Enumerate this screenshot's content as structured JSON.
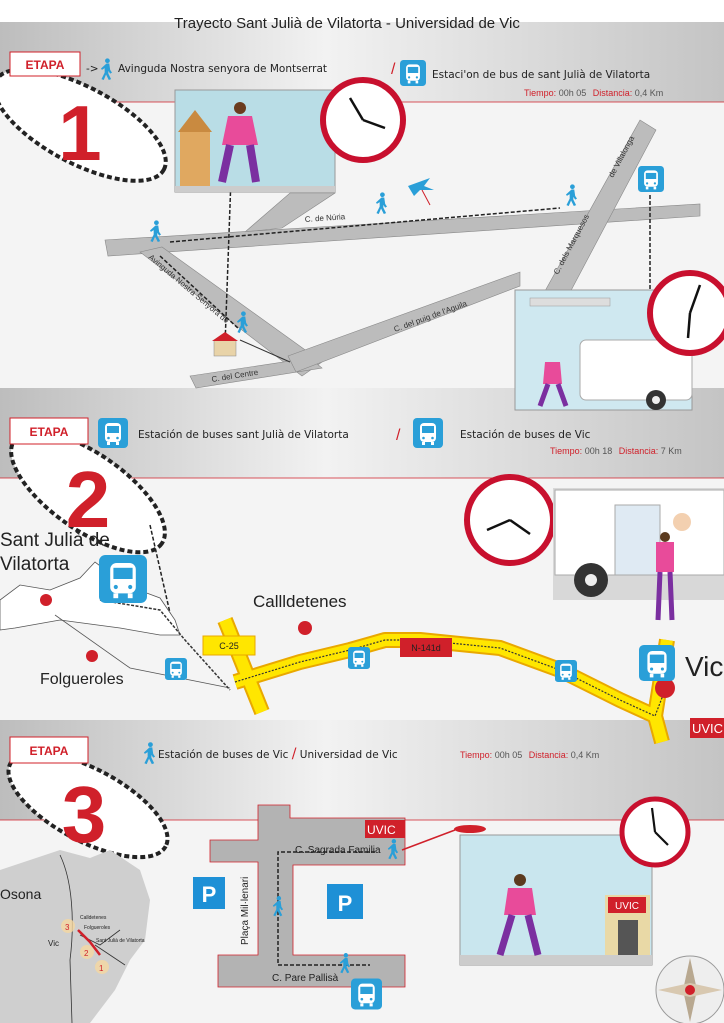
{
  "title": "Trayecto Sant Julià de Vilatorta -  Universidad de Vic",
  "colors": {
    "accent_red": "#d0202a",
    "bus_blue": "#2a9fd8",
    "road_gray": "#b8b8b8",
    "route_yellow": "#ffe600"
  },
  "stages": [
    {
      "label": "ETAPA",
      "number": "1",
      "from": "Avinguda Nostra senyora de Montserrat",
      "separator": "/",
      "to": "Estaci'on de bus de sant Julià de Vilatorta",
      "time_label": "Tiempo:",
      "time": "00h 05",
      "distance_label": "Distancia:",
      "distance": "0,4 Km",
      "streets": [
        "C. de Núria",
        "Avinguda Nostra Senyora de",
        "C. del puig de l'Aguila",
        "C. del Centre",
        "C. dels Marquesos",
        "de Villalonga"
      ]
    },
    {
      "label": "ETAPA",
      "number": "2",
      "from": "Estación de buses sant Julià de Vilatorta",
      "separator": "/",
      "to": "Estación de buses de Vic",
      "time_label": "Tiempo:",
      "time": "00h 18",
      "distance_label": "Distancia:",
      "distance": "7 Km",
      "places": {
        "origin_line1": "Sant Julià de",
        "origin_line2": "Vilatorta",
        "calldetenes": "Callldetenes",
        "folgueroles": "Folgueroles",
        "vic": "Vic",
        "uvic": "UVIC"
      },
      "roads": [
        "C-25",
        "N-141d"
      ]
    },
    {
      "label": "ETAPA",
      "number": "3",
      "from": "Estación de buses de Vic",
      "separator": "/",
      "to": "Universidad de Vic",
      "time_label": "Tiempo:",
      "time": "00h 05",
      "distance_label": "Distancia:",
      "distance": "0,4 Km",
      "streets": [
        "C. Sagrada Familia",
        "Plaça Mil·lenari",
        "C. Pare Pallisà"
      ],
      "uvic": "UVIC",
      "parking": "P",
      "region": {
        "name": "Osona",
        "vic": "Vic",
        "calldetenes": "Calldetenes",
        "folgueroles": "Folgueroles",
        "sant_julia": "Sant Julià de Vilatorta",
        "steps": [
          "1",
          "2",
          "3"
        ]
      }
    }
  ]
}
